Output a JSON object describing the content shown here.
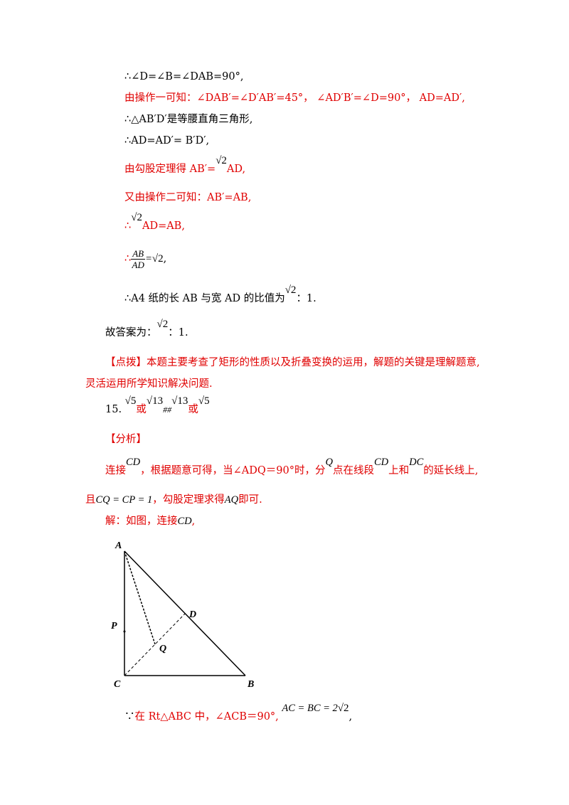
{
  "lines": {
    "l1": "∴∠D=∠B=∠DAB=90°,",
    "l2": "由操作一可知：∠DAB′=∠D′AB′=45°， ∠AD′B′=∠D=90°， AD=AD′,",
    "l3": "∴△AB′D′是等腰直角三角形,",
    "l4": "∴AD=AD′= B′D′,",
    "l5_a": "由勾股定理得 AB′=",
    "l5_b": "AD,",
    "l6": "又由操作二可知：AB′=AB,",
    "l7_a": "∴",
    "l7_b": "AD=AB,",
    "l8_a": "∴",
    "l8_num": "AB",
    "l8_den": "AD",
    "l8_b": "=",
    "l8_c": ",",
    "l9_a": "∴A4 纸的长 AB 与宽 AD 的比值为",
    "l9_b": "：1.",
    "l10_a": "故答案为：",
    "l10_b": "：1.",
    "l11": "【点拨】本题主要考查了矩形的性质以及折叠变换的运用，解题的关键是理解题意,",
    "l12": "灵活运用所学知识解决问题.",
    "l13_num": "15.",
    "l13_or1": "或",
    "l13_hash": "##",
    "l13_or2": "或",
    "l14": "【分析】",
    "l15_a": "连接",
    "l15_cd": "CD",
    "l15_b": "，根据题意可得，当∠ADQ＝90°时，分",
    "l15_q": "Q",
    "l15_c": "点在线段",
    "l15_cd2": "CD",
    "l15_d": "上和",
    "l15_dc": "DC",
    "l15_e": "的延长线上,",
    "l16_a": "且",
    "l16_eq": "CQ = CP = 1",
    "l16_b": "，勾股定理求得",
    "l16_aq": "AQ",
    "l16_c": "即可.",
    "l17_a": "解：如图，连接",
    "l17_cd": "CD",
    "l17_b": ",",
    "l18_a": "∵",
    "l18_b": "在 Rt△ABC 中，∠ACB＝90°,",
    "l18_eq": "AC = BC = 2",
    "l18_c": ","
  },
  "sqrt": {
    "two": "√2",
    "five": "√5",
    "thirteen": "√13"
  },
  "figure": {
    "labels": {
      "A": "A",
      "B": "B",
      "C": "C",
      "D": "D",
      "P": "P",
      "Q": "Q"
    }
  }
}
